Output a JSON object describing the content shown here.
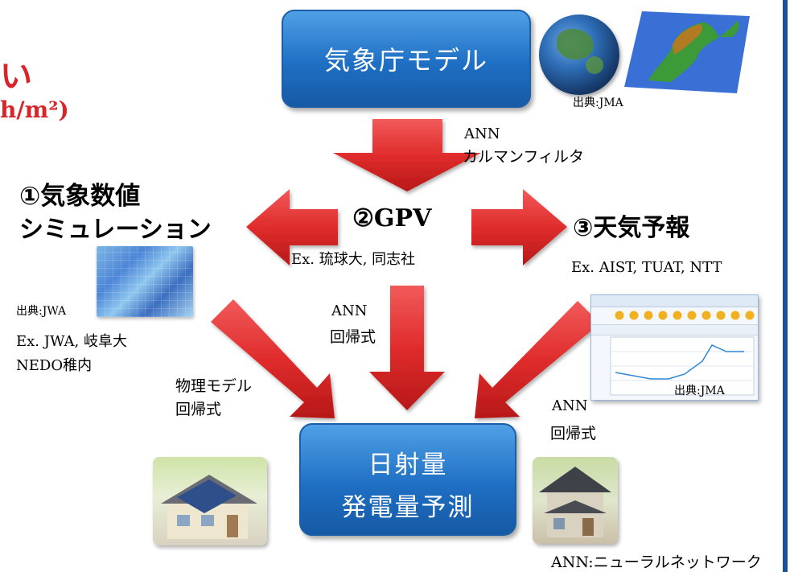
{
  "top_left": {
    "line1": "い",
    "line2": "h/m²)"
  },
  "jma_box": {
    "label": "気象庁モデル",
    "source": "出典:JMA"
  },
  "gpv": {
    "title": "②GPV",
    "examples": "Ex. 琉球大, 同志社",
    "top_method_1": "ANN",
    "top_method_2": "カルマンフィルタ",
    "down_method_1": "ANN",
    "down_method_2": "回帰式"
  },
  "nwp": {
    "title_1": "①気象数値",
    "title_2": "シミュレーション",
    "source": "出典:JWA",
    "examples_1": "Ex. JWA, 岐阜大",
    "examples_2": "NEDO稚内",
    "method_1": "物理モデル",
    "method_2": "回帰式"
  },
  "forecast": {
    "title": "③天気予報",
    "examples": "Ex. AIST, TUAT, NTT",
    "source": "出典:JMA",
    "method_1": "ANN",
    "method_2": "回帰式"
  },
  "target_box": {
    "line1": "日射量",
    "line2": "発電量予測"
  },
  "footnote": "ANN:ニューラルネットワーク",
  "colors": {
    "arrow": "#e02c2c",
    "box": "#1f6fc4",
    "accent_text": "#d9242a",
    "right_bar": "#1a4f9c"
  }
}
